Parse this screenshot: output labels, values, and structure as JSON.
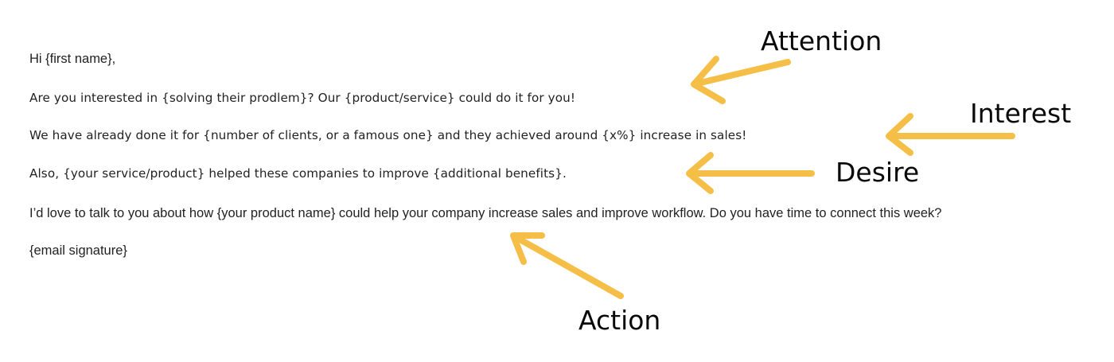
{
  "email": {
    "greeting": "Hi {first name},",
    "attention_line": "Are you interested in {solving their prodlem}? Our {product/service} could do it for you!",
    "interest_line": "We have already done it for {number of clients, or a famous one} and they achieved around {x%} increase in sales!",
    "desire_line": "Also, {your service/product} helped these companies to improve {additional benefits}.",
    "action_line": "I’d love to talk to you about how {your product name} could help your company increase sales and improve workflow. Do you have time to connect this week?",
    "signature": "{email signature}"
  },
  "labels": {
    "attention": "Attention",
    "interest": "Interest",
    "desire": "Desire",
    "action": "Action"
  },
  "colors": {
    "arrow": "#F5BE46",
    "text": "#222222",
    "label": "#0a0a0a",
    "background": "#ffffff"
  }
}
